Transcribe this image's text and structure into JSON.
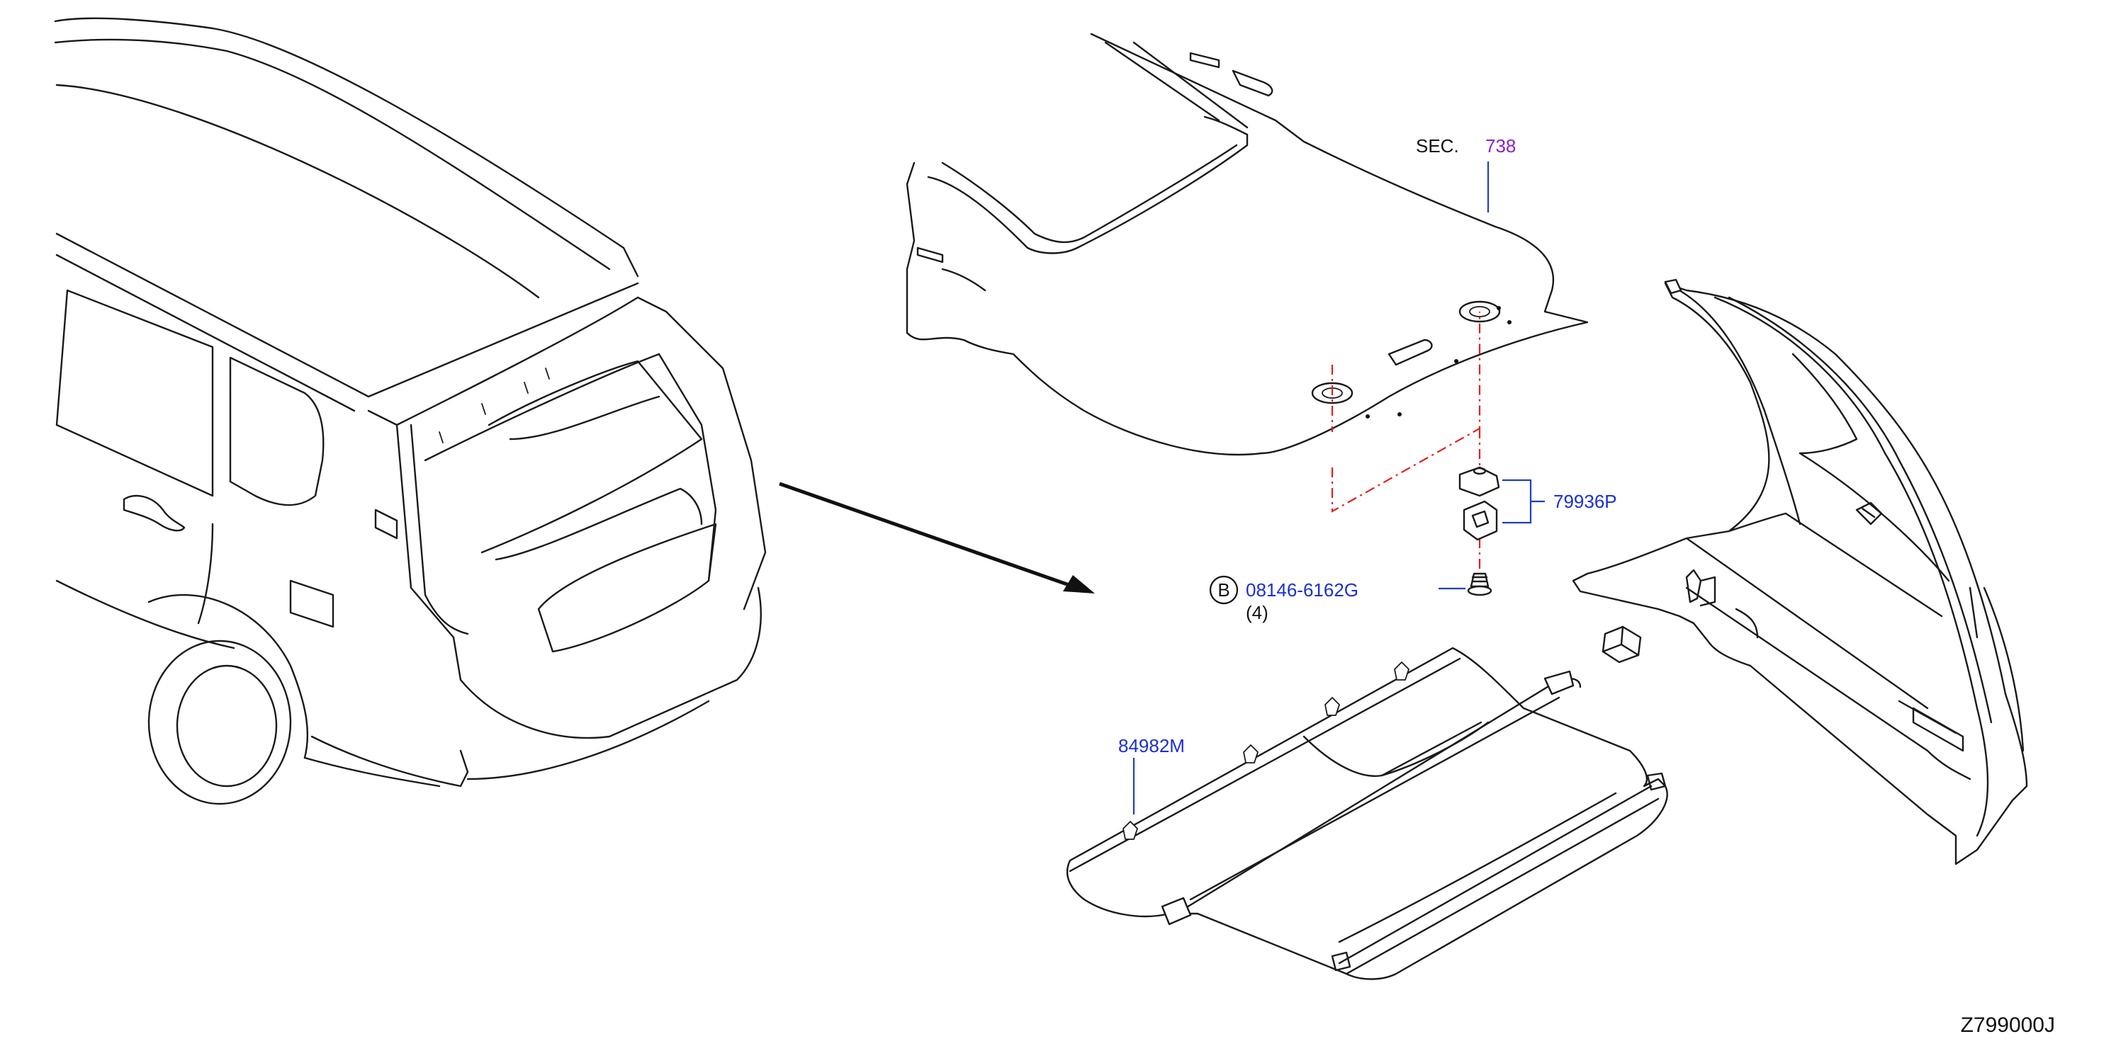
{
  "labels": {
    "section_prefix": "SEC.",
    "section_number": "738",
    "part_clip": "79936P",
    "bolt_symbol": "B",
    "part_bolt": "08146-6162G",
    "bolt_quantity": "(4)",
    "part_tonneau_cover": "84982M",
    "diagram_code": "Z799000J"
  },
  "colors": {
    "part_number": "#1a2fd6",
    "section_number": "#8a1fd0",
    "dash_line": "#e0201c"
  }
}
